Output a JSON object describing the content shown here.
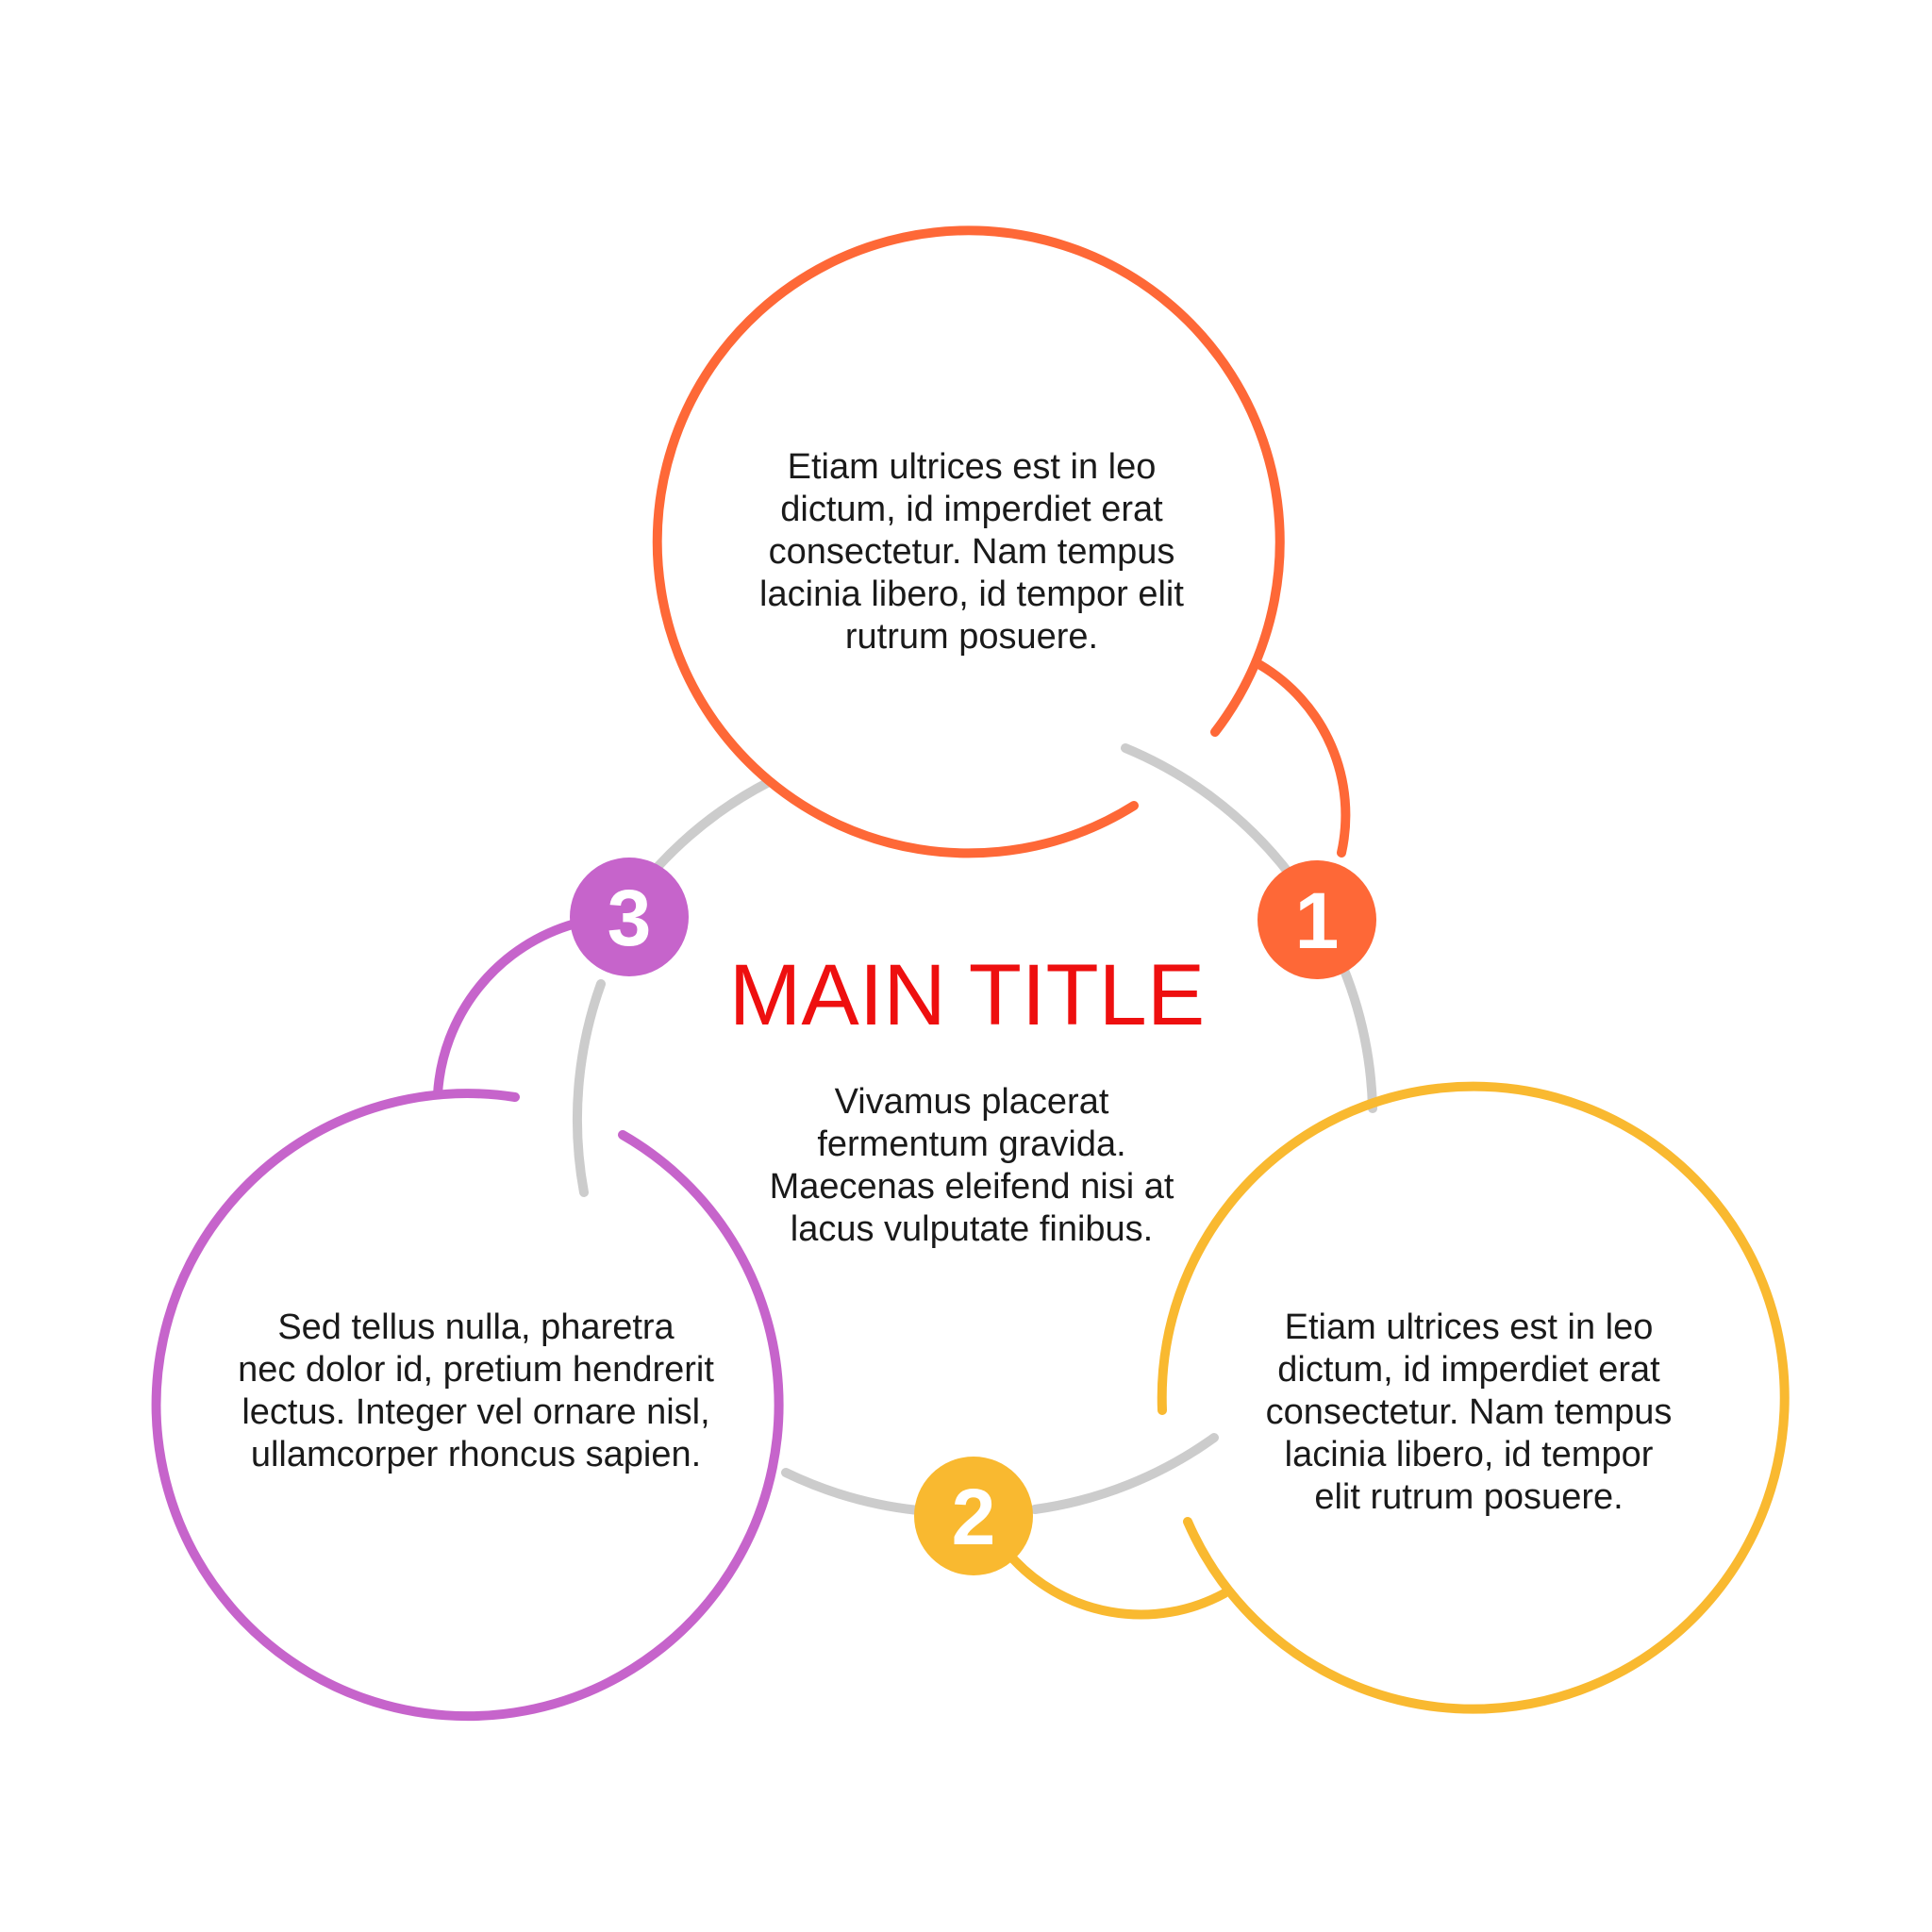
{
  "title": "MAIN TITLE",
  "center": {
    "lines": [
      "Vivamus placerat",
      "fermentum gravida.",
      "Maecenas eleifend nisi at",
      "lacus vulputate finibus."
    ]
  },
  "steps": [
    {
      "number": "1",
      "color": "#fe6837",
      "lines": [
        "Etiam ultrices est in leo",
        "dictum, id imperdiet erat",
        "consectetur. Nam tempus",
        "lacinia libero, id tempor elit",
        "rutrum posuere."
      ]
    },
    {
      "number": "2",
      "color": "#f9b930",
      "lines": [
        "Etiam ultrices est in leo",
        "dictum, id imperdiet erat",
        "consectetur. Nam tempus",
        "lacinia libero, id tempor",
        "elit rutrum posuere."
      ]
    },
    {
      "number": "3",
      "color": "#c664cb",
      "lines": [
        "Sed tellus nulla, pharetra",
        "nec dolor id, pretium hendrerit",
        "lectus. Integer vel ornare nisl,",
        "ullamcorper rhoncus sapien."
      ]
    }
  ],
  "colors": {
    "title": "#ee0f0f",
    "ring": "#cccccc",
    "text": "#1a1a1a"
  }
}
